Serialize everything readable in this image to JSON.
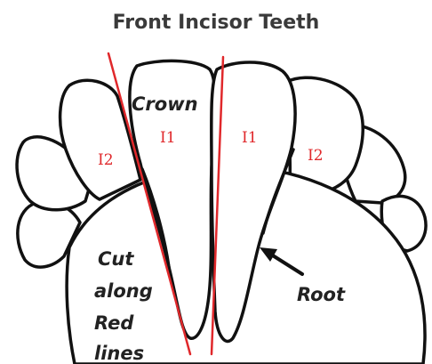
{
  "title": "Front Incisor Teeth",
  "labels": {
    "crown": "Crown",
    "root": "Root",
    "cut_line1": "Cut",
    "cut_line2": "along",
    "cut_line3": "Red",
    "cut_line4": "lines"
  },
  "teeth": {
    "left_i2": "I2",
    "left_i1": "I1",
    "right_i1": "I1",
    "right_i2": "I2"
  },
  "colors": {
    "cut_line": "#e0282b",
    "tooth_label": "#e0282b",
    "outline": "#111111"
  }
}
